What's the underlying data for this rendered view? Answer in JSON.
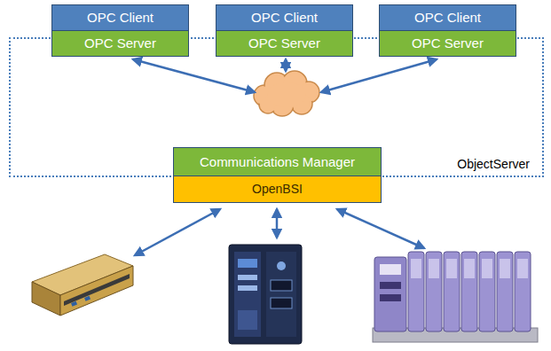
{
  "diagram": {
    "nodes": [
      {
        "text": [
          "ObjectServer"
        ]
      },
      {
        "text": [
          "OPC Client"
        ],
        "in": 0
      },
      {
        "text": [
          "OPC Server"
        ],
        "in": 0
      },
      {
        "text": [
          "OPC Client"
        ],
        "in": 0
      },
      {
        "text": [
          "OPC Server"
        ],
        "in": 0
      },
      {
        "text": [
          "OPC Client"
        ],
        "in": 0
      },
      {
        "text": [
          "OPC Server"
        ],
        "in": 0
      },
      {
        "text": [
          "Communications Manager"
        ],
        "in": 0
      },
      {
        "text": [
          "OpenBSI"
        ]
      }
    ]
  }
}
